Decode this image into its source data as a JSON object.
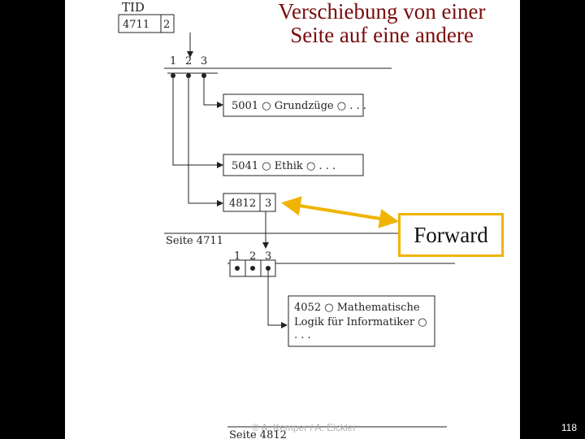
{
  "slide": {
    "title_line1": "Verschiebung von einer",
    "title_line2": "Seite auf eine andere",
    "forward_label": "Forward",
    "footer": "© A. Kemper / A. Eickler",
    "page_number": "118"
  },
  "diagram": {
    "tid_heading": "TID",
    "tid_page": "4711",
    "tid_slot": "2",
    "page1_slots": [
      "1",
      "2",
      "3"
    ],
    "record_5001": "5001 ○ Grundzüge ○ . . .",
    "record_5041": "5041 ○ Ethik ○ . . .",
    "forward_ptr_page": "4812",
    "forward_ptr_slot": "3",
    "page1_label": "Seite 4711",
    "page2_slots": [
      "1",
      "2",
      "3"
    ],
    "record_4052_line1": "4052 ○ Mathematische",
    "record_4052_line2": "Logik für Informatiker ○",
    "record_4052_line3": ". . .",
    "page2_label": "Seite 4812"
  },
  "colors": {
    "title": "#7a0c0c",
    "forward_border": "#f0b400",
    "arrow": "#f0b400",
    "background": "#000000"
  }
}
